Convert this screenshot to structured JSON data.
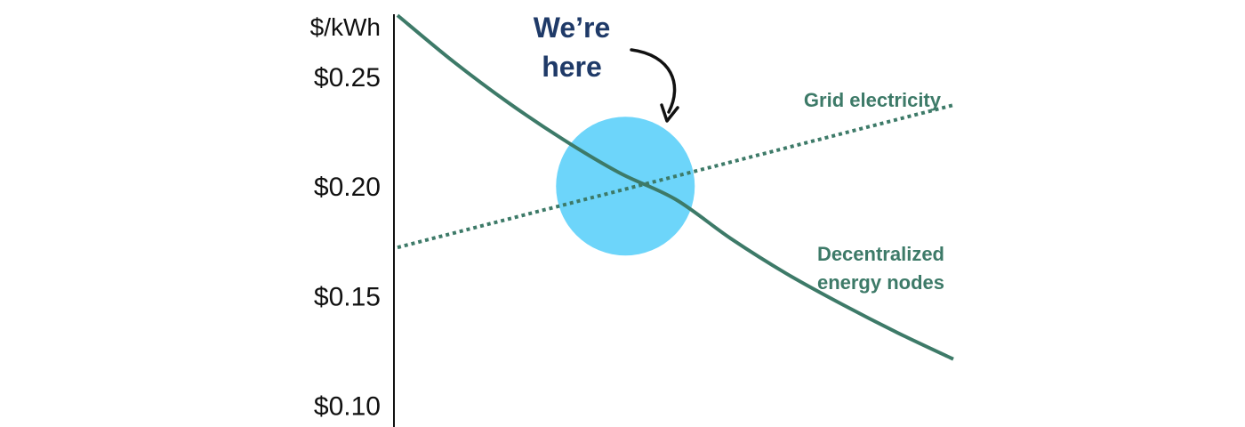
{
  "chart_data": {
    "type": "line",
    "ylabel": "$/kWh",
    "ylim": [
      0.09,
      0.285
    ],
    "yticks": [
      {
        "value": 0.25,
        "label": "$0.25"
      },
      {
        "value": 0.2,
        "label": "$0.20"
      },
      {
        "value": 0.15,
        "label": "$0.15"
      },
      {
        "value": 0.1,
        "label": "$0.10"
      }
    ],
    "xlim": [
      0,
      10
    ],
    "x_ticks_shown": false,
    "grid": false,
    "series": [
      {
        "name": "Grid electricity",
        "style": "dotted",
        "color": "#3d7a68",
        "x": [
          0,
          10
        ],
        "y": [
          0.172,
          0.237
        ]
      },
      {
        "name": "Decentralized energy nodes",
        "label_lines": [
          "Decentralized",
          "energy nodes"
        ],
        "style": "solid",
        "color": "#3d7a68",
        "x": [
          0,
          1,
          2,
          3,
          4,
          5,
          6,
          7,
          8,
          9,
          10
        ],
        "y": [
          0.278,
          0.257,
          0.238,
          0.221,
          0.206,
          0.194,
          0.176,
          0.16,
          0.146,
          0.133,
          0.121
        ]
      }
    ],
    "annotation": {
      "text_lines": [
        "We’re",
        "here"
      ],
      "color": "#1f3a68",
      "arrow_color": "#111111",
      "highlight_color": "#6dd5fa",
      "target": {
        "x": 4.1,
        "y": 0.2
      }
    }
  }
}
